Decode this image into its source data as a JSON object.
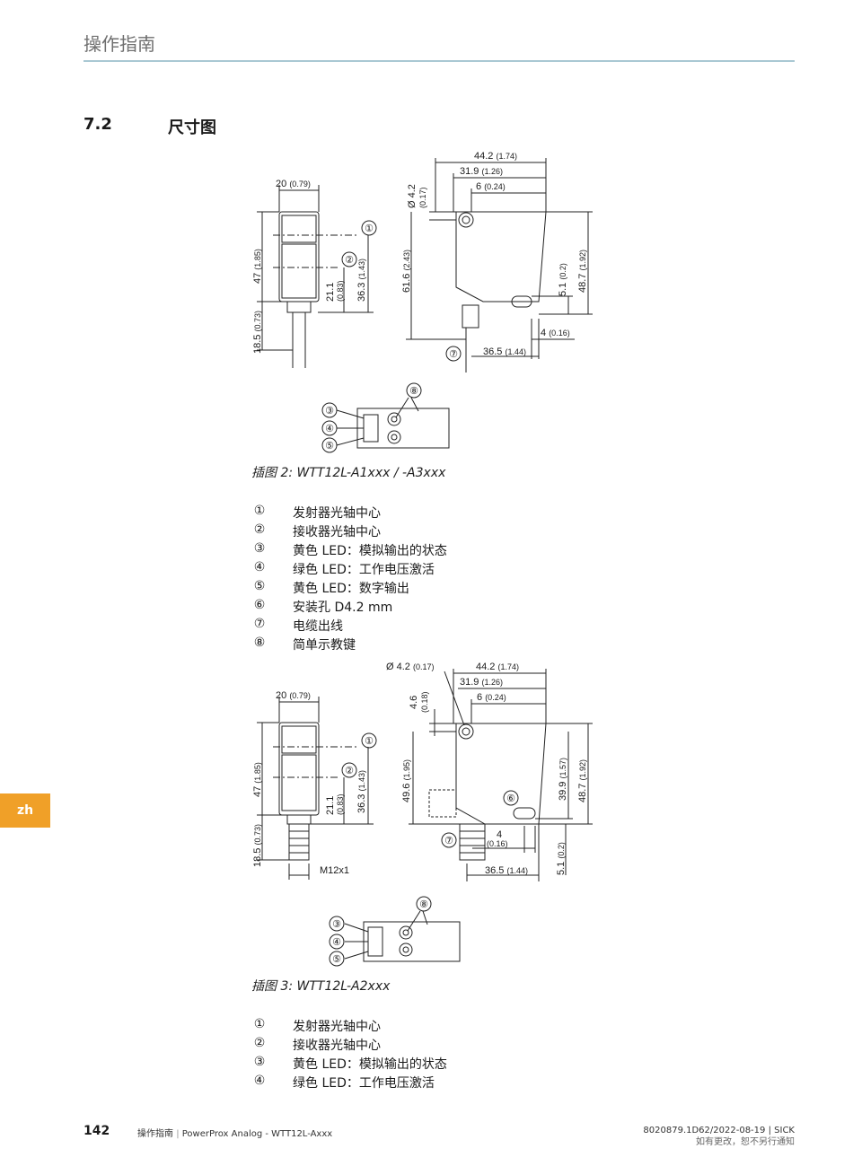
{
  "header": {
    "title": "操作指南"
  },
  "section": {
    "number": "7.2",
    "title": "尺寸图"
  },
  "figure2": {
    "caption": "插图 2: WTT12L-A1xxx / -A3xxx",
    "dims": {
      "overall_length": "44.2",
      "overall_length_in": "(1.74)",
      "len_31_9": "31.9",
      "len_31_9_in": "(1.26)",
      "len_6": "6",
      "len_6_in": "(0.24)",
      "width": "20",
      "width_in": "(0.79)",
      "hole": "Ø 4.2",
      "hole_in": "(0.17)",
      "h47": "47",
      "h47_in": "(1.85)",
      "h18_5": "18.5",
      "h18_5_in": "(0.73)",
      "h21_1": "21.1",
      "h21_1_in": "(0.83)",
      "h36_3": "36.3",
      "h36_3_in": "(1.43)",
      "h61_6": "61.6",
      "h61_6_in": "(2.43)",
      "h5_1": "5.1",
      "h5_1_in": "(0.2)",
      "h48_7": "48.7",
      "h48_7_in": "(1.92)",
      "len_4": "4",
      "len_4_in": "(0.16)",
      "len_36_5": "36.5",
      "len_36_5_in": "(1.44)"
    }
  },
  "legend2": [
    {
      "num": "①",
      "text": "发射器光轴中心"
    },
    {
      "num": "②",
      "text": "接收器光轴中心"
    },
    {
      "num": "③",
      "text": "黄色 LED：模拟输出的状态"
    },
    {
      "num": "④",
      "text": "绿色 LED：工作电压激活"
    },
    {
      "num": "⑤",
      "text": "黄色 LED：数字输出"
    },
    {
      "num": "⑥",
      "text": "安装孔 D4.2 mm"
    },
    {
      "num": "⑦",
      "text": "电缆出线"
    },
    {
      "num": "⑧",
      "text": "简单示教键"
    }
  ],
  "figure3": {
    "caption": "插图 3: WTT12L-A2xxx",
    "dims": {
      "hole": "Ø 4.2",
      "hole_in": "(0.17)",
      "overall_length": "44.2",
      "overall_length_in": "(1.74)",
      "len_31_9": "31.9",
      "len_31_9_in": "(1.26)",
      "len_6": "6",
      "len_6_in": "(0.24)",
      "width": "20",
      "width_in": "(0.79)",
      "h4_6": "4.6",
      "h4_6_in": "(0.18)",
      "h47": "47",
      "h47_in": "(1.85)",
      "h18_5": "18.5",
      "h18_5_in": "(0.73)",
      "h21_1": "21.1",
      "h21_1_in": "(0.83)",
      "h36_3": "36.3",
      "h36_3_in": "(1.43)",
      "h49_6": "49.6",
      "h49_6_in": "(1.95)",
      "h39_9": "39.9",
      "h39_9_in": "(1.57)",
      "h48_7": "48.7",
      "h48_7_in": "(1.92)",
      "len_4": "4",
      "len_4_in": "(0.16)",
      "len_36_5": "36.5",
      "len_36_5_in": "(1.44)",
      "h5_1": "5.1",
      "h5_1_in": "(0.2)",
      "thread": "M12x1"
    }
  },
  "legend3": [
    {
      "num": "①",
      "text": "发射器光轴中心"
    },
    {
      "num": "②",
      "text": "接收器光轴中心"
    },
    {
      "num": "③",
      "text": "黄色 LED：模拟输出的状态"
    },
    {
      "num": "④",
      "text": "绿色 LED：工作电压激活"
    }
  ],
  "markers": [
    "①",
    "②",
    "③",
    "④",
    "⑤",
    "⑥",
    "⑦",
    "⑧"
  ],
  "side_tab": {
    "label": "zh"
  },
  "footer": {
    "page": "142",
    "doc_prefix": "操作指南",
    "separator": "|",
    "doc_name": "PowerProx Analog - WTT12L-Axxx",
    "doc_id": "8020879.1D62/2022-08-19",
    "brand": "SICK",
    "notice": "如有更改，恕不另行通知"
  },
  "colors": {
    "accent_rule": "#a9c8d3",
    "side_tab": "#f0a028"
  }
}
